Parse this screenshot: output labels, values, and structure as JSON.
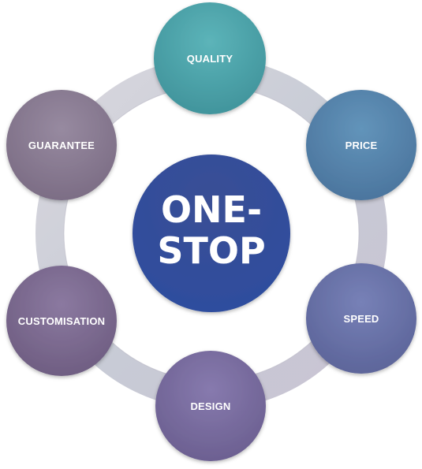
{
  "center": {
    "line1": "ONE-",
    "line2": "STOP",
    "color": "#34519a"
  },
  "nodes": [
    {
      "id": "quality",
      "label": "QUALITY",
      "color": "#4fa5ab"
    },
    {
      "id": "price",
      "label": "PRICE",
      "color": "#5584ab"
    },
    {
      "id": "speed",
      "label": "SPEED",
      "color": "#6a72a8"
    },
    {
      "id": "design",
      "label": "DESIGN",
      "color": "#7a6d9f"
    },
    {
      "id": "customisation",
      "label": "CUSTOMISATION",
      "color": "#7e6b92"
    },
    {
      "id": "guarantee",
      "label": "GUARANTEE",
      "color": "#8a7a93"
    }
  ]
}
